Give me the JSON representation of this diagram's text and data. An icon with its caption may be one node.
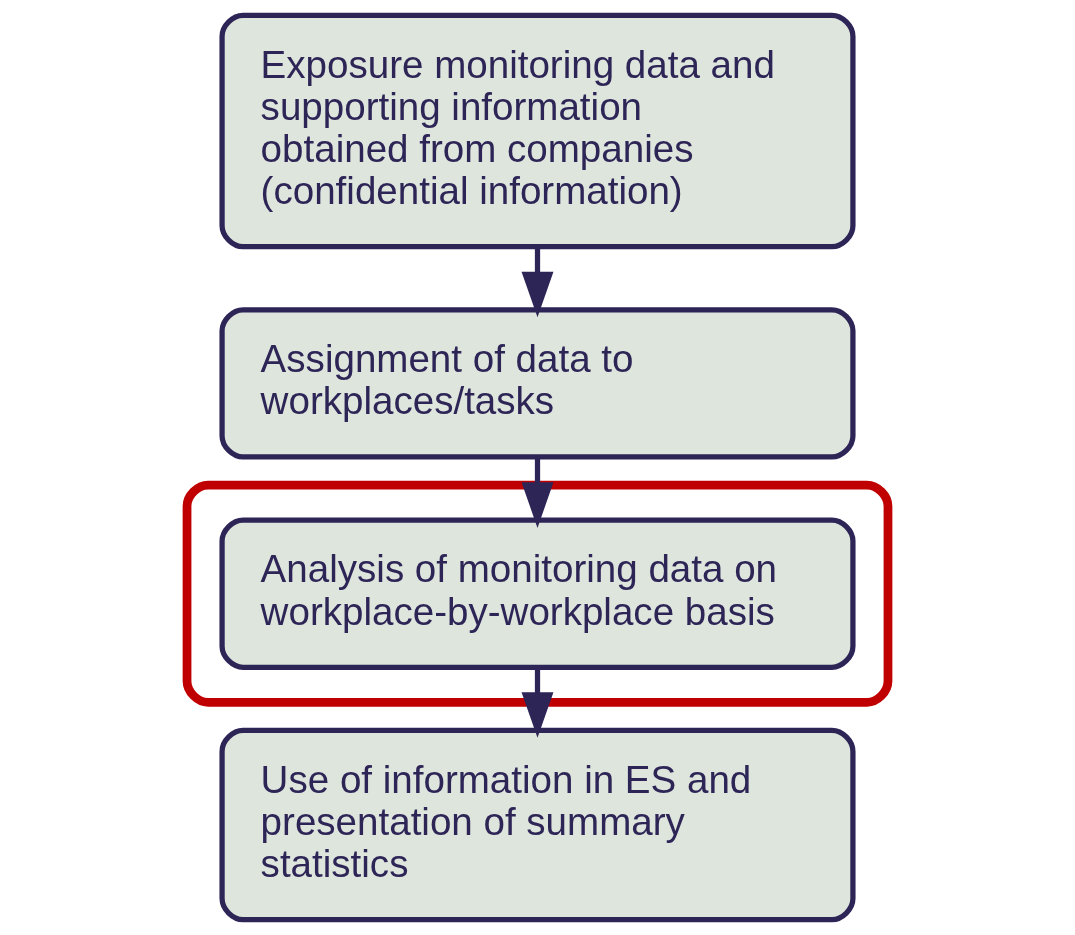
{
  "diagram": {
    "nodes": [
      {
        "text": [
          "Exposure monitoring data and supporting information obtained from companies (confidential information)"
        ]
      },
      {
        "text": [
          "Assignment of data to workplaces/tasks"
        ]
      },
      {
        "text": [],
        "shape": "ellipse"
      },
      {
        "text": [
          "Analysis of monitoring data on workplace-by-workplace basis"
        ],
        "in": 2
      },
      {
        "text": [
          "Use of information in ES and presentation of summary statistics"
        ]
      }
    ],
    "edges": [
      {
        "from": 0,
        "to": 1,
        "arrow": "to"
      },
      {
        "from": 1,
        "to": 3,
        "arrow": "to"
      },
      {
        "from": 3,
        "to": 4,
        "arrow": "to"
      }
    ]
  }
}
